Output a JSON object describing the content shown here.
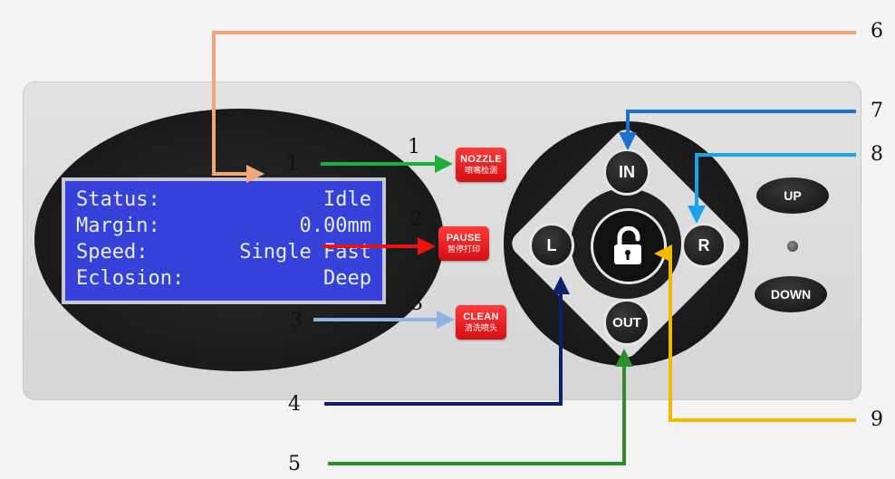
{
  "lcd": {
    "rows": [
      {
        "label": "Status:",
        "value": "Idle"
      },
      {
        "label": "Margin:",
        "value": "0.00mm"
      },
      {
        "label": "Speed:",
        "value": "Single Fast"
      },
      {
        "label": "Eclosion:",
        "value": "Deep"
      }
    ]
  },
  "buttons": {
    "nozzle": {
      "en": "NOZZLE",
      "cn": "喷嘴检测"
    },
    "pause": {
      "en": "PAUSE",
      "cn": "暂停打印"
    },
    "clean": {
      "en": "CLEAN",
      "cn": "清洗喷头"
    },
    "in": "IN",
    "out": "OUT",
    "left": "L",
    "right": "R",
    "up": "UP",
    "down": "DOWN"
  },
  "callouts": {
    "lcd_1": "1",
    "lcd_3": "3",
    "btn_1": "1",
    "btn_2": "2",
    "btn_3": "3",
    "c4": "4",
    "c5": "5",
    "c6": "6",
    "c7": "7",
    "c8": "8",
    "c9": "9"
  },
  "arrow_colors": {
    "c1": "#1fae3c",
    "c2": "#ee1111",
    "c3": "#8fb3e3",
    "c4": "#0e1f6e",
    "c5": "#2e8b2e",
    "c6": "#f4a679",
    "c7": "#1a6fcf",
    "c8": "#1aa3e6",
    "c9": "#f5b800"
  },
  "icons": {
    "lock": "unlocked-padlock-icon"
  }
}
